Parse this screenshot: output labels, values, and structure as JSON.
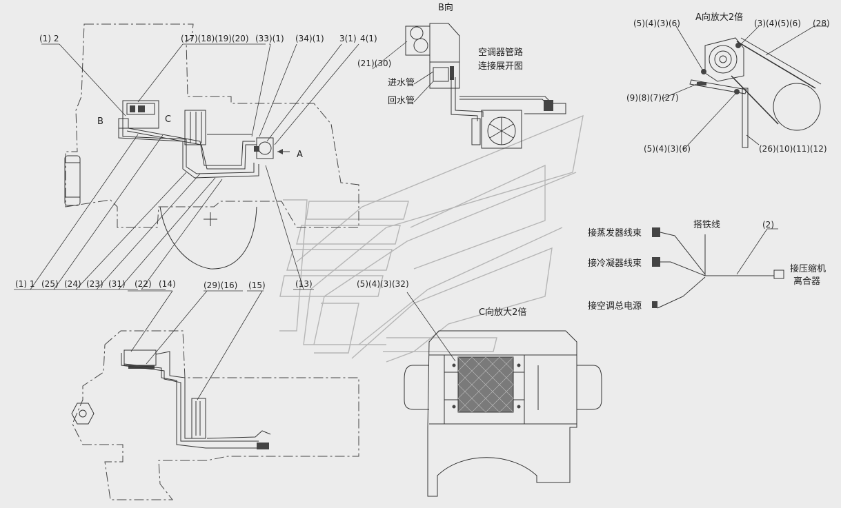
{
  "labels": {
    "l_1_2": "(1) 2",
    "l_17_18_19_20": "(17)(18)(19)(20)",
    "l_33_1": "(33)(1)",
    "l_34_1": "(34)(1)",
    "l_3_1": "3(1)",
    "l_4_1": "4(1)",
    "l_B": "B",
    "l_C": "C",
    "l_A": "A",
    "l_1_1": "(1) 1",
    "l_25": "(25)",
    "l_24": "(24)",
    "l_23": "(23)",
    "l_31": "(31)",
    "l_22": "(22)",
    "l_14": "(14)",
    "l_13": "(13)",
    "l_29_16": "(29)(16)",
    "l_15": "(15)",
    "l_21_30": "(21)(30)",
    "l_5_4_3_32": "(5)(4)(3)(32)",
    "l_5_4_3_6_top": "(5)(4)(3)(6)",
    "l_3_4_5_6": "(3)(4)(5)(6)",
    "l_28": "(28)",
    "l_9_8_7_27": "(9)(8)(7)(27)",
    "l_5_4_3_6_bot": "(5)(4)(3)(6)",
    "l_26_10_11_12": "(26)(10)(11)(12)",
    "l_2": "(2)"
  },
  "captions": {
    "b_view": "B向",
    "ac_piping_1": "空调器管路",
    "ac_piping_2": "连接展开图",
    "water_in": "进水管",
    "water_return": "回水管",
    "a_view": "A向放大2倍",
    "c_view": "C向放大2倍",
    "ground_wire": "搭铁线",
    "evaporator_harness": "接蒸发器线束",
    "condenser_harness": "接冷凝器线束",
    "ac_power": "接空调总电源",
    "compressor_clutch_1": "接压缩机",
    "compressor_clutch_2": "离合器"
  }
}
